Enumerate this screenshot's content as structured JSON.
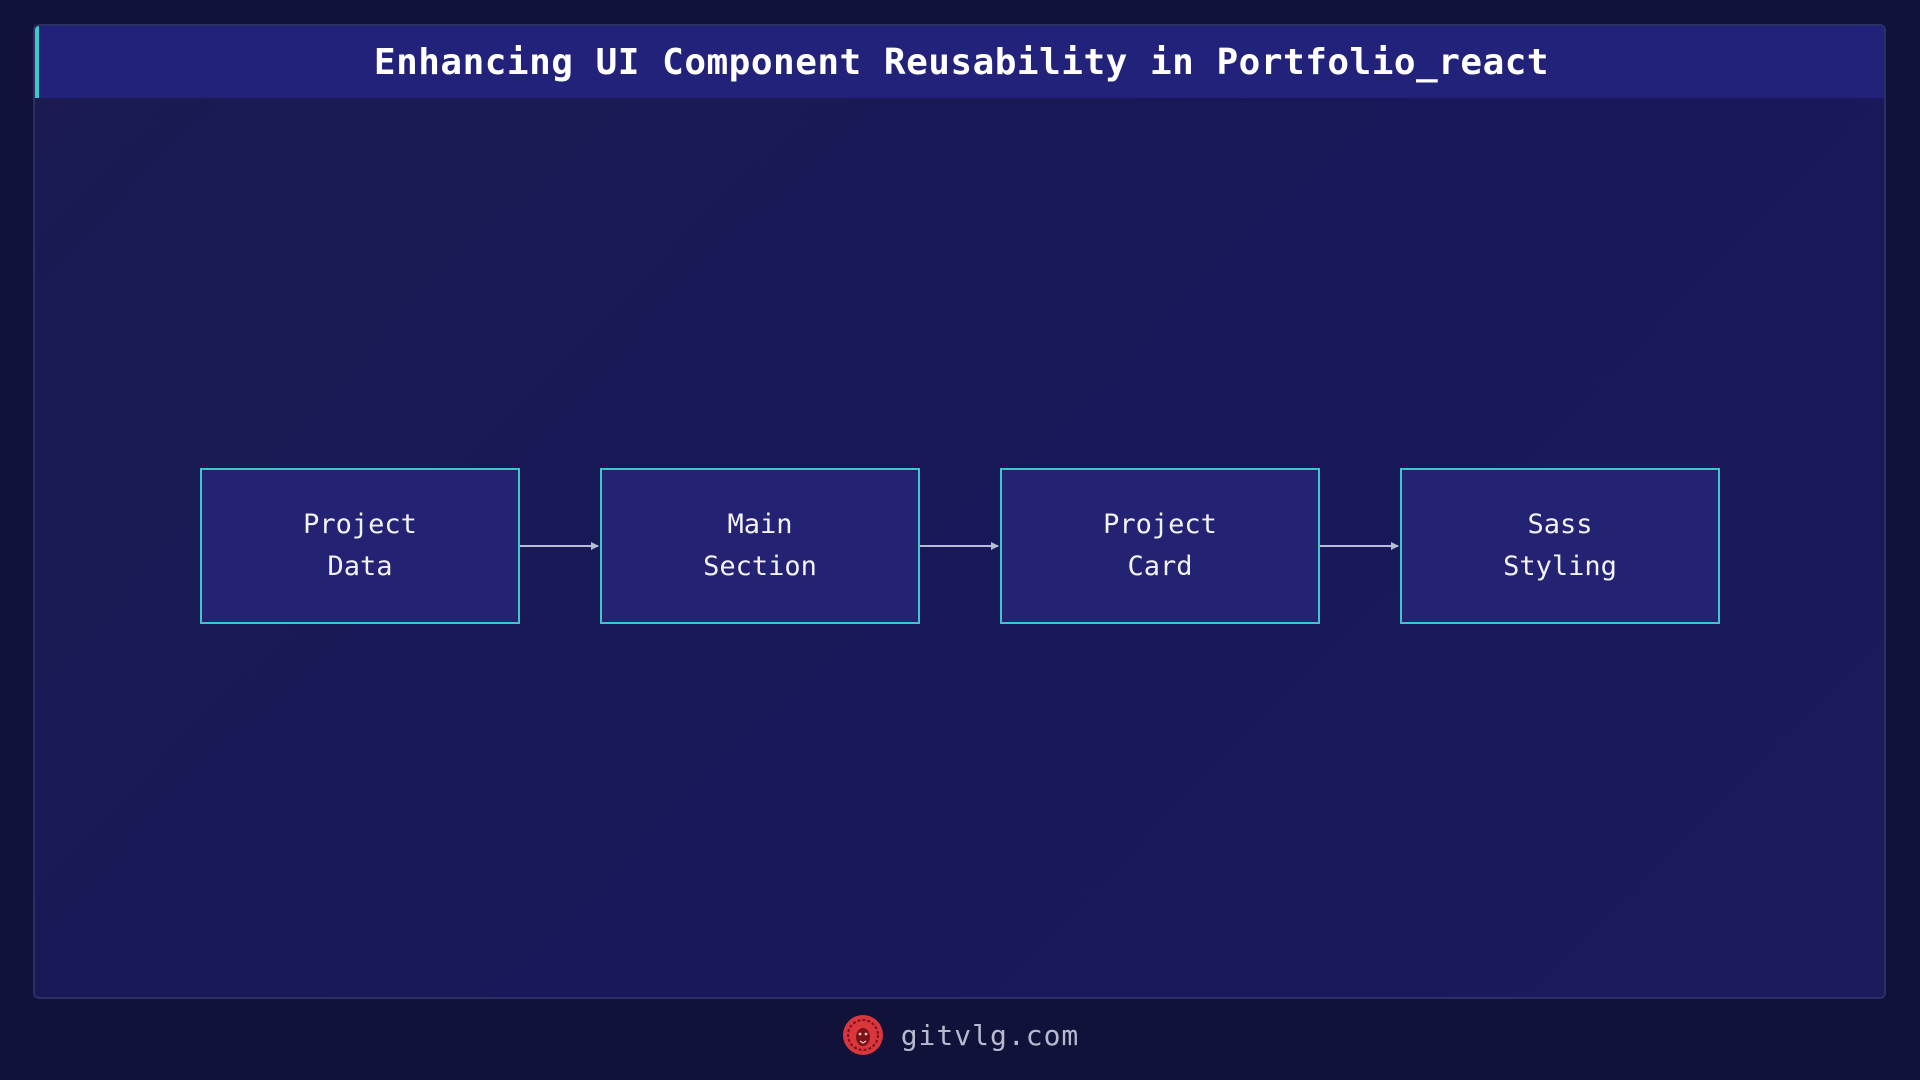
{
  "title": "Enhancing UI Component Reusability in Portfolio_react",
  "diagram": {
    "nodes": [
      {
        "line1": "Project",
        "line2": "Data"
      },
      {
        "line1": "Main",
        "line2": "Section"
      },
      {
        "line1": "Project",
        "line2": "Card"
      },
      {
        "line1": "Sass",
        "line2": "Styling"
      }
    ],
    "edges": [
      {
        "from": "Project Data",
        "to": "Main Section"
      },
      {
        "from": "Main Section",
        "to": "Project Card"
      },
      {
        "from": "Project Card",
        "to": "Sass Styling"
      }
    ]
  },
  "footer": {
    "site": "gitvlg.com",
    "logo_icon": "lion-logo-icon"
  },
  "colors": {
    "background": "#11123a",
    "panel": "#1a1a56",
    "title_bar": "#22227a",
    "accent": "#3cc7c9",
    "node_fill": "#232273",
    "arrow": "#b9bcd6",
    "logo": "#d9363e"
  }
}
